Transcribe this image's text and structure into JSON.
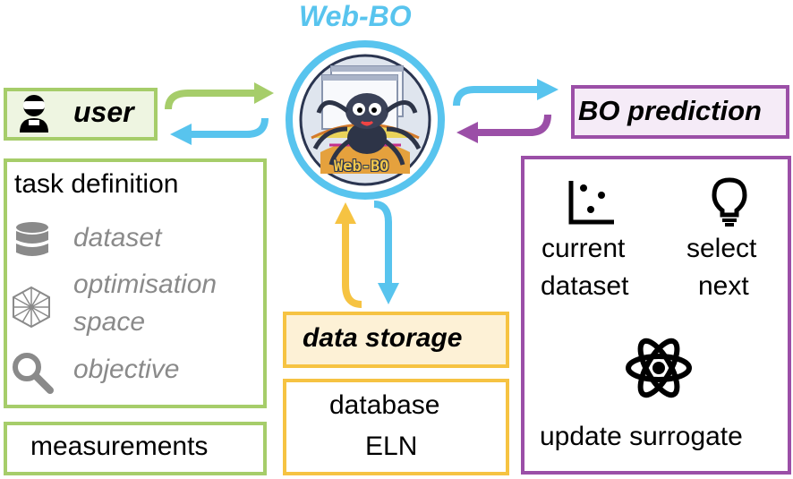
{
  "title": "Web-BO",
  "logo_text": "Web-BO",
  "user": {
    "label": "user",
    "task_definition": "task definition",
    "items": [
      "dataset",
      "optimisation",
      "space",
      "objective"
    ],
    "measurements": "measurements"
  },
  "prediction": {
    "label": "BO prediction",
    "current_line1": "current",
    "current_line2": "dataset",
    "select_line1": "select",
    "select_line2": "next",
    "update": "update surrogate"
  },
  "storage": {
    "label": "data storage",
    "line1": "database",
    "line2": "ELN"
  },
  "colors": {
    "green": "#a6cd6a",
    "green_fill": "#eef5e1",
    "blue": "#58c4ee",
    "purple": "#9b4fa7",
    "purple_fill": "#f5ebf7",
    "orange": "#f6c342",
    "orange_fill": "#fdf1d6",
    "gray": "#8a8a8a"
  }
}
